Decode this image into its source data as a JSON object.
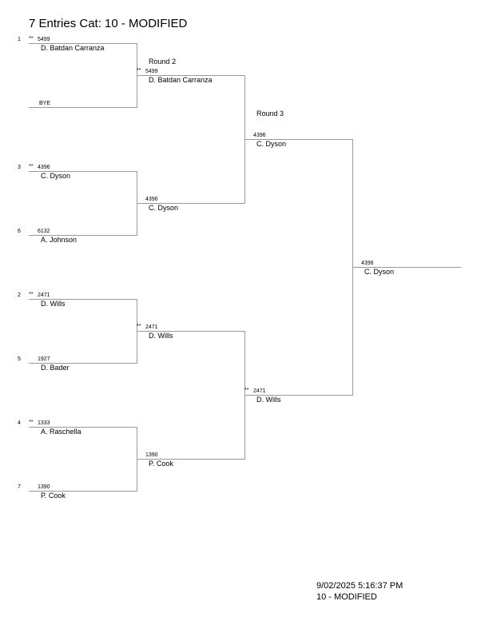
{
  "title": "7 Entries Cat: 10 - MODIFIED",
  "round_labels": {
    "round2": "Round 2",
    "round3": "Round 3"
  },
  "round1": [
    {
      "seed": "1",
      "star": "**",
      "number": "5499",
      "name": "D. Batdan Carranza"
    },
    {
      "seed": "",
      "star": "",
      "number": "",
      "name": "BYE"
    },
    {
      "seed": "3",
      "star": "**",
      "number": "4396",
      "name": "C. Dyson"
    },
    {
      "seed": "6",
      "star": "",
      "number": "6132",
      "name": "A. Johnson"
    },
    {
      "seed": "2",
      "star": "**",
      "number": "2471",
      "name": "D. Wills"
    },
    {
      "seed": "5",
      "star": "",
      "number": "1927",
      "name": "D. Bader"
    },
    {
      "seed": "4",
      "star": "**",
      "number": "1333",
      "name": "A. Raschella"
    },
    {
      "seed": "7",
      "star": "",
      "number": "1390",
      "name": "P. Cook"
    }
  ],
  "round2": [
    {
      "star": "**",
      "number": "5499",
      "name": "D. Batdan Carranza"
    },
    {
      "star": "",
      "number": "4396",
      "name": "C. Dyson"
    },
    {
      "star": "**",
      "number": "2471",
      "name": "D. Wills"
    },
    {
      "star": "",
      "number": "1390",
      "name": "P. Cook"
    }
  ],
  "round3": [
    {
      "star": "",
      "number": "4396",
      "name": "C. Dyson"
    },
    {
      "star": "**",
      "number": "2471",
      "name": "D. Wills"
    }
  ],
  "winner": {
    "star": "",
    "number": "4396",
    "name": "C. Dyson"
  },
  "footer": {
    "timestamp": "9/02/2025 5:16:37 PM",
    "category": "10 - MODIFIED"
  }
}
